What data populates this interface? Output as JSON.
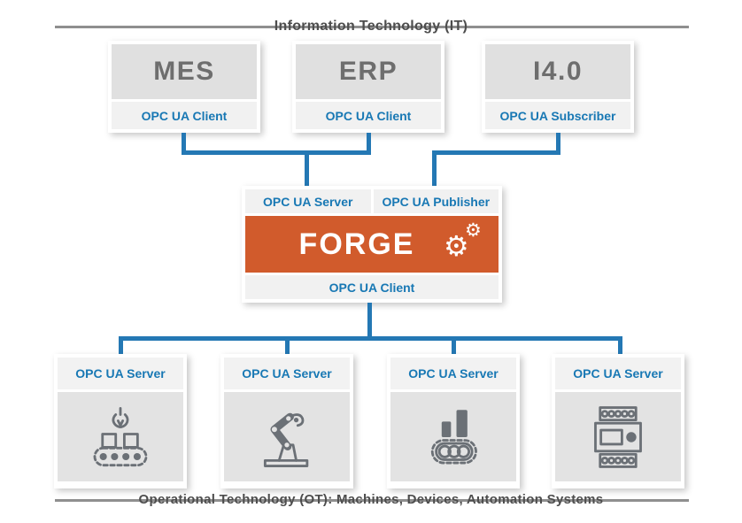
{
  "diagram": {
    "it_layer_label": "Information Technology (IT)",
    "ot_layer_label": "Operational Technology (OT): Machines, Devices, Automation Systems"
  },
  "top_systems": [
    {
      "name": "MES",
      "interface": "OPC UA Client"
    },
    {
      "name": "ERP",
      "interface": "OPC UA Client"
    },
    {
      "name": "I4.0",
      "interface": "OPC UA Subscriber"
    }
  ],
  "forge": {
    "name": "FORGE",
    "server_interface": "OPC UA Server",
    "publisher_interface": "OPC UA Publisher",
    "client_interface": "OPC UA Client",
    "gear_glyph": "⚙"
  },
  "bottom_servers": [
    {
      "interface": "OPC UA Server",
      "icon": "conveyor-gripper-icon"
    },
    {
      "interface": "OPC UA Server",
      "icon": "robot-arm-icon"
    },
    {
      "interface": "OPC UA Server",
      "icon": "production-chart-icon"
    },
    {
      "interface": "OPC UA Server",
      "icon": "plc-controller-icon"
    }
  ],
  "colors": {
    "forge_orange": "#d15b2c",
    "opcua_blue": "#1878b4",
    "connector_blue": "#2478b4",
    "box_gray": "#e0e0e0",
    "strip_gray": "#f1f1f1",
    "icon_gray": "#6b7076",
    "layer_line_gray": "#8f8f8f",
    "system_text_gray": "#6e6e6e",
    "layer_text_gray": "#4d4d4d"
  }
}
